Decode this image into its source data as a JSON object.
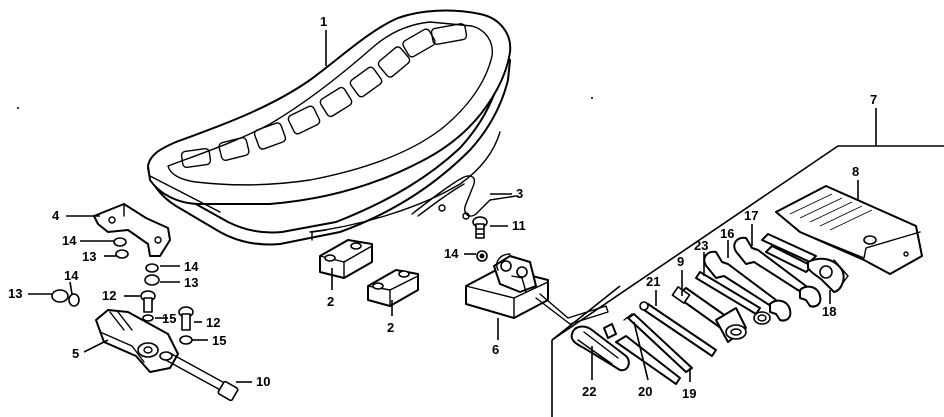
{
  "callouts": {
    "c1": "1",
    "c2a": "2",
    "c2b": "2",
    "c3": "3",
    "c4": "4",
    "c5": "5",
    "c6": "6",
    "c7": "7",
    "c8": "8",
    "c9": "9",
    "c10": "10",
    "c11": "11",
    "c12a": "12",
    "c12b": "12",
    "c13a": "13",
    "c13b": "13",
    "c13c": "13",
    "c14a": "14",
    "c14b": "14",
    "c14c": "14",
    "c14d": "14",
    "c15a": "15",
    "c15b": "15",
    "c16": "16",
    "c17": "17",
    "c18": "18",
    "c19": "19",
    "c20": "20",
    "c21": "21",
    "c22": "22",
    "c23": "23"
  },
  "parts": [
    "seat",
    "rubber-cushion",
    "hinge-spring",
    "seat-bracket",
    "footpeg-bracket",
    "seat-lock",
    "tool-kit",
    "tool-bag",
    "spark-plug-wrench",
    "pivot-bolt",
    "screw",
    "bolt",
    "nut",
    "washer",
    "spring-washer",
    "open-end-wrench",
    "open-end-wrench",
    "pliers",
    "handle-bar",
    "screwdriver-grip",
    "screwdriver",
    "screwdriver-handle",
    "wrench"
  ]
}
